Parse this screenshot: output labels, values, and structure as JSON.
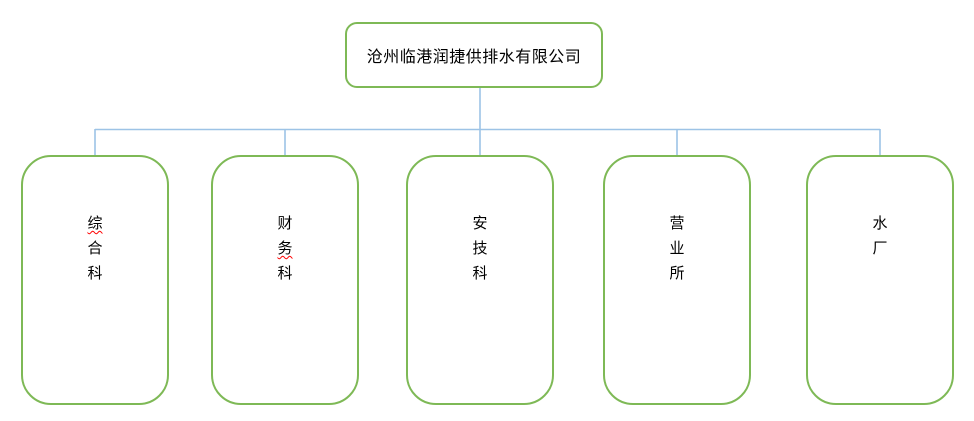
{
  "diagram": {
    "type": "org-chart",
    "levels": 2
  },
  "colors": {
    "box_border": "#7eb956",
    "connector": "#9dc3e6",
    "text": "#000000",
    "spellcheck_underline": "#ff0000"
  },
  "root": {
    "label": "沧州临港润捷供排水有限公司"
  },
  "departments": [
    {
      "label": "综合科",
      "spellcheck_underline_index": 0
    },
    {
      "label": "财务科",
      "spellcheck_underline_index": 1
    },
    {
      "label": "安技科",
      "spellcheck_underline_index": null
    },
    {
      "label": "营业所",
      "spellcheck_underline_index": null
    },
    {
      "label": "水厂",
      "spellcheck_underline_index": null
    }
  ]
}
